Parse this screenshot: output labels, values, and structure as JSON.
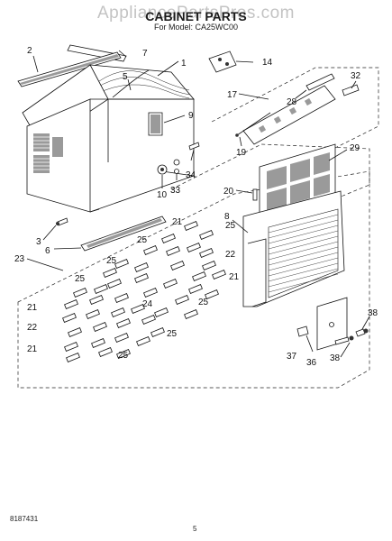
{
  "watermark": "AppliancePartsPros.com",
  "title": "CABINET PARTS",
  "subtitle": "For Model: CA25WC00",
  "doc_number": "8187431",
  "page_number": "5",
  "callouts": {
    "c1": "1",
    "c2": "2",
    "c3": "3",
    "c5": "5",
    "c6": "6",
    "c7": "7",
    "c8": "8",
    "c9": "9",
    "c10": "10",
    "c14": "14",
    "c17": "17",
    "c19": "19",
    "c20": "20",
    "c21a": "21",
    "c21b": "21",
    "c21c": "21",
    "c21d": "21",
    "c22a": "22",
    "c22b": "22",
    "c23": "23",
    "c24": "24",
    "c25a": "25",
    "c25b": "25",
    "c25c": "25",
    "c25d": "25",
    "c25e": "25",
    "c25f": "25",
    "c25g": "25",
    "c28": "28",
    "c29": "29",
    "c32": "32",
    "c33": "33",
    "c34": "34",
    "c36": "36",
    "c37": "37",
    "c38a": "38",
    "c38b": "38"
  }
}
